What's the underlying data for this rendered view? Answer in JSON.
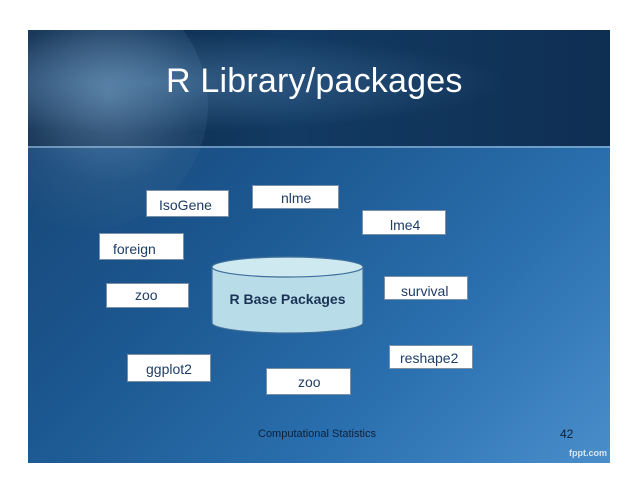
{
  "slide": {
    "title": "R Library/packages",
    "center_label": "R Base Packages",
    "packages": {
      "isogene": "IsoGene",
      "nlme": "nlme",
      "lme4": "lme4",
      "foreign": "foreign",
      "zoo_left": "zoo",
      "survival": "survival",
      "reshape2": "reshape2",
      "ggplot2": "ggplot2",
      "zoo_bottom": "zoo"
    },
    "footer": "Computational Statistics",
    "page_number": "42",
    "watermark": "fppt.com"
  },
  "colors": {
    "header_bg": "#0d2948",
    "slide_bg": "#1b568e",
    "box_text": "#1e3d66",
    "cylinder_fill": "#b9dde8"
  }
}
